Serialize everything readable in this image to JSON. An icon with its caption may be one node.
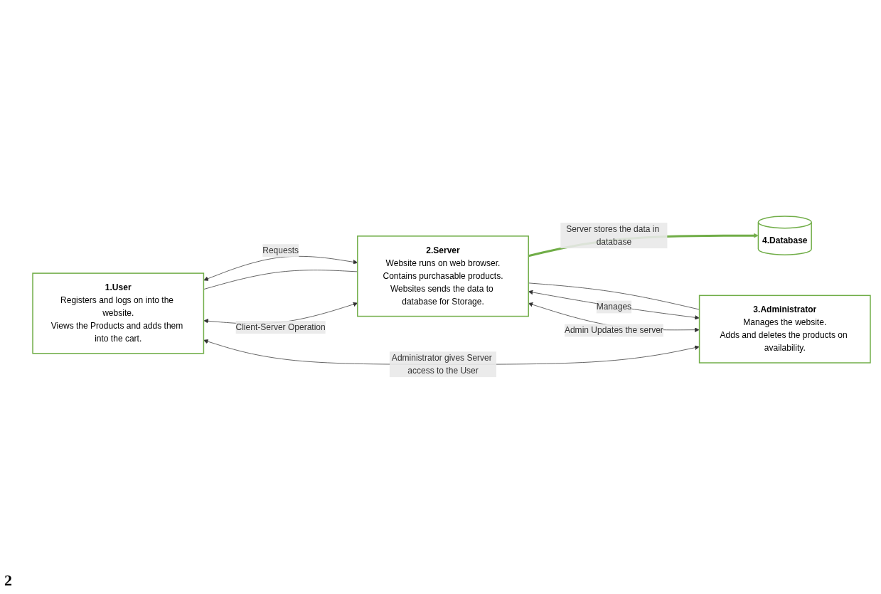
{
  "diagram": {
    "nodes": [
      {
        "text": [
          "1.User",
          "Registers and logs on into the website.",
          "Views the Products and adds them into the cart."
        ]
      },
      {
        "text": [
          "2.Server",
          "Website runs on web browser.",
          "Contains purchasable products.",
          "Websites sends the data to database for Storage."
        ]
      },
      {
        "text": [
          "3.Administrator",
          "Manages the website.",
          "Adds and deletes the products on availability."
        ]
      },
      {
        "text": [
          "4.Database"
        ]
      }
    ],
    "edges": [
      {
        "from": 0,
        "to": 1,
        "arrow": "both",
        "label": "Requests"
      },
      {
        "from": 1,
        "to": 3,
        "arrow": "to",
        "label": "Server stores the data in database",
        "style": "thick",
        "color": "#70ad47"
      },
      {
        "from": 2,
        "to": 1,
        "arrow": "both",
        "label": "Manages"
      },
      {
        "from": 0,
        "to": 1,
        "arrow": "none"
      },
      {
        "from": 1,
        "to": 2,
        "arrow": "none"
      },
      {
        "from": 0,
        "to": 1,
        "arrow": "both",
        "label": "Client-Server Operation"
      },
      {
        "from": 2,
        "to": 1,
        "arrow": "both",
        "label": "Admin Updates the server"
      },
      {
        "from": 2,
        "to": 0,
        "arrow": "both",
        "label": "Administrator gives Server access to the User"
      }
    ],
    "labels": [
      "2"
    ]
  }
}
